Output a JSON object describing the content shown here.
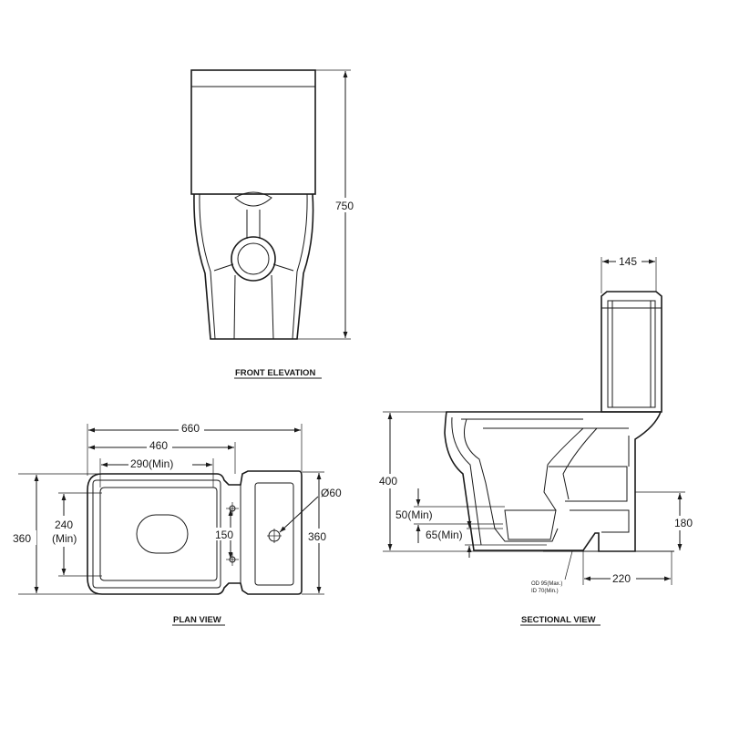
{
  "views": {
    "front": {
      "title": "FRONT ELEVATION",
      "height_dim": "750"
    },
    "plan": {
      "title": "PLAN VIEW",
      "overall_width": "660",
      "bowl_width": "460",
      "seat_width": "290(Min)",
      "left_height": "360",
      "seat_depth_value": "240",
      "seat_depth_note": "(Min)",
      "fixing_spacing": "150",
      "tank_depth": "360",
      "tap_hole": "Ø60"
    },
    "section": {
      "title": "SECTIONAL VIEW",
      "tank_width": "145",
      "bowl_height": "400",
      "water_seal": "50(Min)",
      "trap_depth": "65(Min)",
      "outlet_height": "180",
      "outlet_distance": "220",
      "od_note": "OD 95(Max.)",
      "id_note": "ID 70(Min.)"
    }
  }
}
